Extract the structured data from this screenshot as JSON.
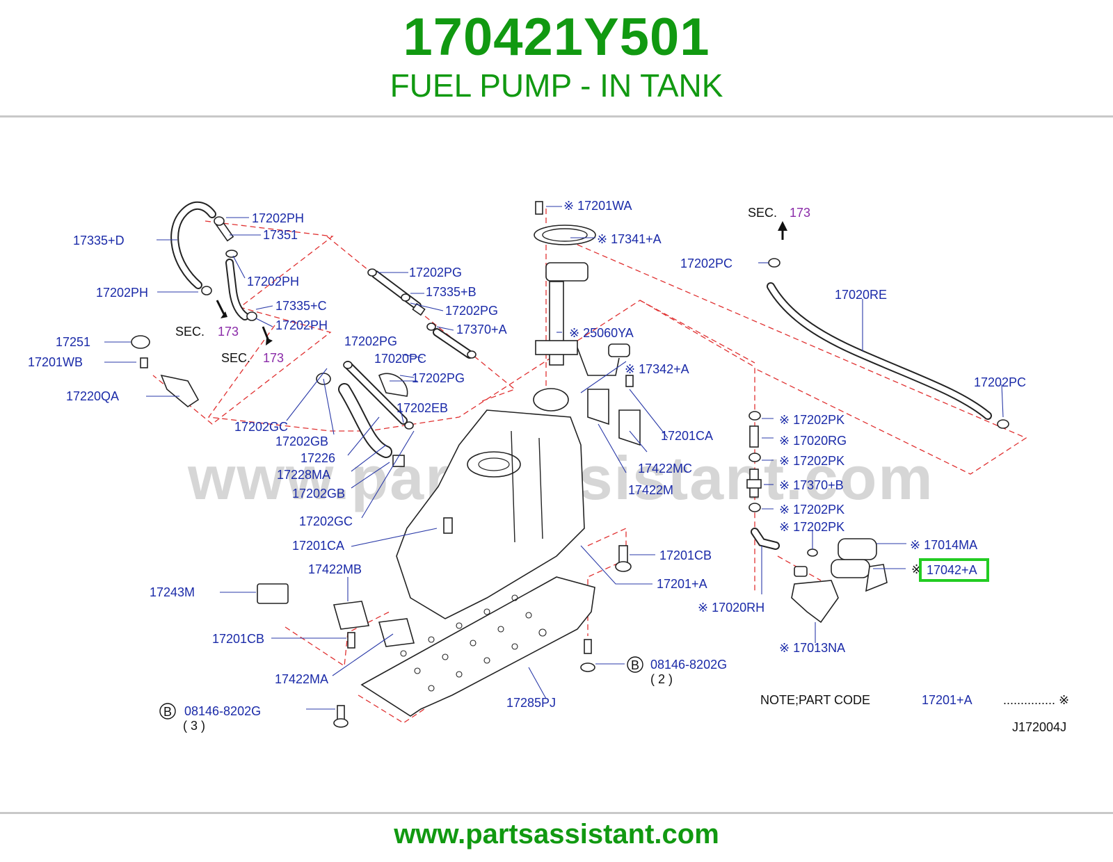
{
  "header": {
    "part_number": "170421Y501",
    "title": "FUEL PUMP - IN TANK"
  },
  "footer": {
    "url": "www.partsassistant.com"
  },
  "watermark": "www.partsassistant.com",
  "diagram": {
    "code": "J172004J",
    "note": {
      "label": "NOTE;PART   CODE",
      "code": "17201+A",
      "symbol": "............... ※"
    },
    "sec_labels": [
      {
        "id": "sec1",
        "text": "SEC.",
        "num": "173"
      },
      {
        "id": "sec2",
        "text": "SEC.",
        "num": "173"
      },
      {
        "id": "sec3",
        "text": "SEC.",
        "num": "173"
      }
    ],
    "labels": [
      {
        "id": "l1",
        "text": "17202PH"
      },
      {
        "id": "l2",
        "text": "17351"
      },
      {
        "id": "l3",
        "text": "17335+D"
      },
      {
        "id": "l4",
        "text": "17202PH"
      },
      {
        "id": "l5",
        "text": "17202PH"
      },
      {
        "id": "l6",
        "text": "17335+C"
      },
      {
        "id": "l7",
        "text": "17202PH"
      },
      {
        "id": "l8",
        "text": "17251"
      },
      {
        "id": "l9",
        "text": "17201WB"
      },
      {
        "id": "l10",
        "text": "17220QA"
      },
      {
        "id": "l11",
        "text": "17202PG"
      },
      {
        "id": "l12",
        "text": "17335+B"
      },
      {
        "id": "l13",
        "text": "17202PG"
      },
      {
        "id": "l14",
        "text": "17370+A"
      },
      {
        "id": "l15",
        "text": "17202PG"
      },
      {
        "id": "l16",
        "text": "17020PC"
      },
      {
        "id": "l17",
        "text": "17202PG"
      },
      {
        "id": "l18",
        "text": "17202EB"
      },
      {
        "id": "l19",
        "text": "17202GC"
      },
      {
        "id": "l20",
        "text": "17202GB"
      },
      {
        "id": "l21",
        "text": "17226"
      },
      {
        "id": "l22",
        "text": "17228MA"
      },
      {
        "id": "l23",
        "text": "17202GB"
      },
      {
        "id": "l24",
        "text": "17202GC"
      },
      {
        "id": "l25",
        "text": "17201CA"
      },
      {
        "id": "l26",
        "text": "17243M"
      },
      {
        "id": "l27",
        "text": "17422MB"
      },
      {
        "id": "l28",
        "text": "17201CB"
      },
      {
        "id": "l29",
        "text": "17422MA"
      },
      {
        "id": "l30",
        "text": "08146-8202G"
      },
      {
        "id": "l31",
        "text": "( 3 )"
      },
      {
        "id": "l32",
        "text": "※ 17201WA"
      },
      {
        "id": "l33",
        "text": "※ 17341+A"
      },
      {
        "id": "l34",
        "text": "※ 25060YA"
      },
      {
        "id": "l35",
        "text": "※ 17342+A"
      },
      {
        "id": "l36",
        "text": "17201CA"
      },
      {
        "id": "l37",
        "text": "17422MC"
      },
      {
        "id": "l38",
        "text": "17422M"
      },
      {
        "id": "l39",
        "text": "17201CB"
      },
      {
        "id": "l40",
        "text": "17201+A"
      },
      {
        "id": "l41",
        "text": "08146-8202G"
      },
      {
        "id": "l42",
        "text": "( 2 )"
      },
      {
        "id": "l43",
        "text": "17285PJ"
      },
      {
        "id": "l44",
        "text": "17202PC"
      },
      {
        "id": "l45",
        "text": "17020RE"
      },
      {
        "id": "l46",
        "text": "17202PC"
      },
      {
        "id": "l47",
        "text": "※ 17202PK"
      },
      {
        "id": "l48",
        "text": "※ 17020RG"
      },
      {
        "id": "l49",
        "text": "※ 17202PK"
      },
      {
        "id": "l50",
        "text": "※ 17370+B"
      },
      {
        "id": "l51",
        "text": "※ 17202PK"
      },
      {
        "id": "l52",
        "text": "※ 17202PK"
      },
      {
        "id": "l53",
        "text": "※ 17014MA"
      },
      {
        "id": "l54",
        "text": "※"
      },
      {
        "id": "l55",
        "text": "17042+A"
      },
      {
        "id": "l56",
        "text": "※ 17020RH"
      },
      {
        "id": "l57",
        "text": "※ 17013NA"
      }
    ],
    "circle_b": "B",
    "highlight_color": "#22cc22",
    "accent_color": "#119911"
  }
}
